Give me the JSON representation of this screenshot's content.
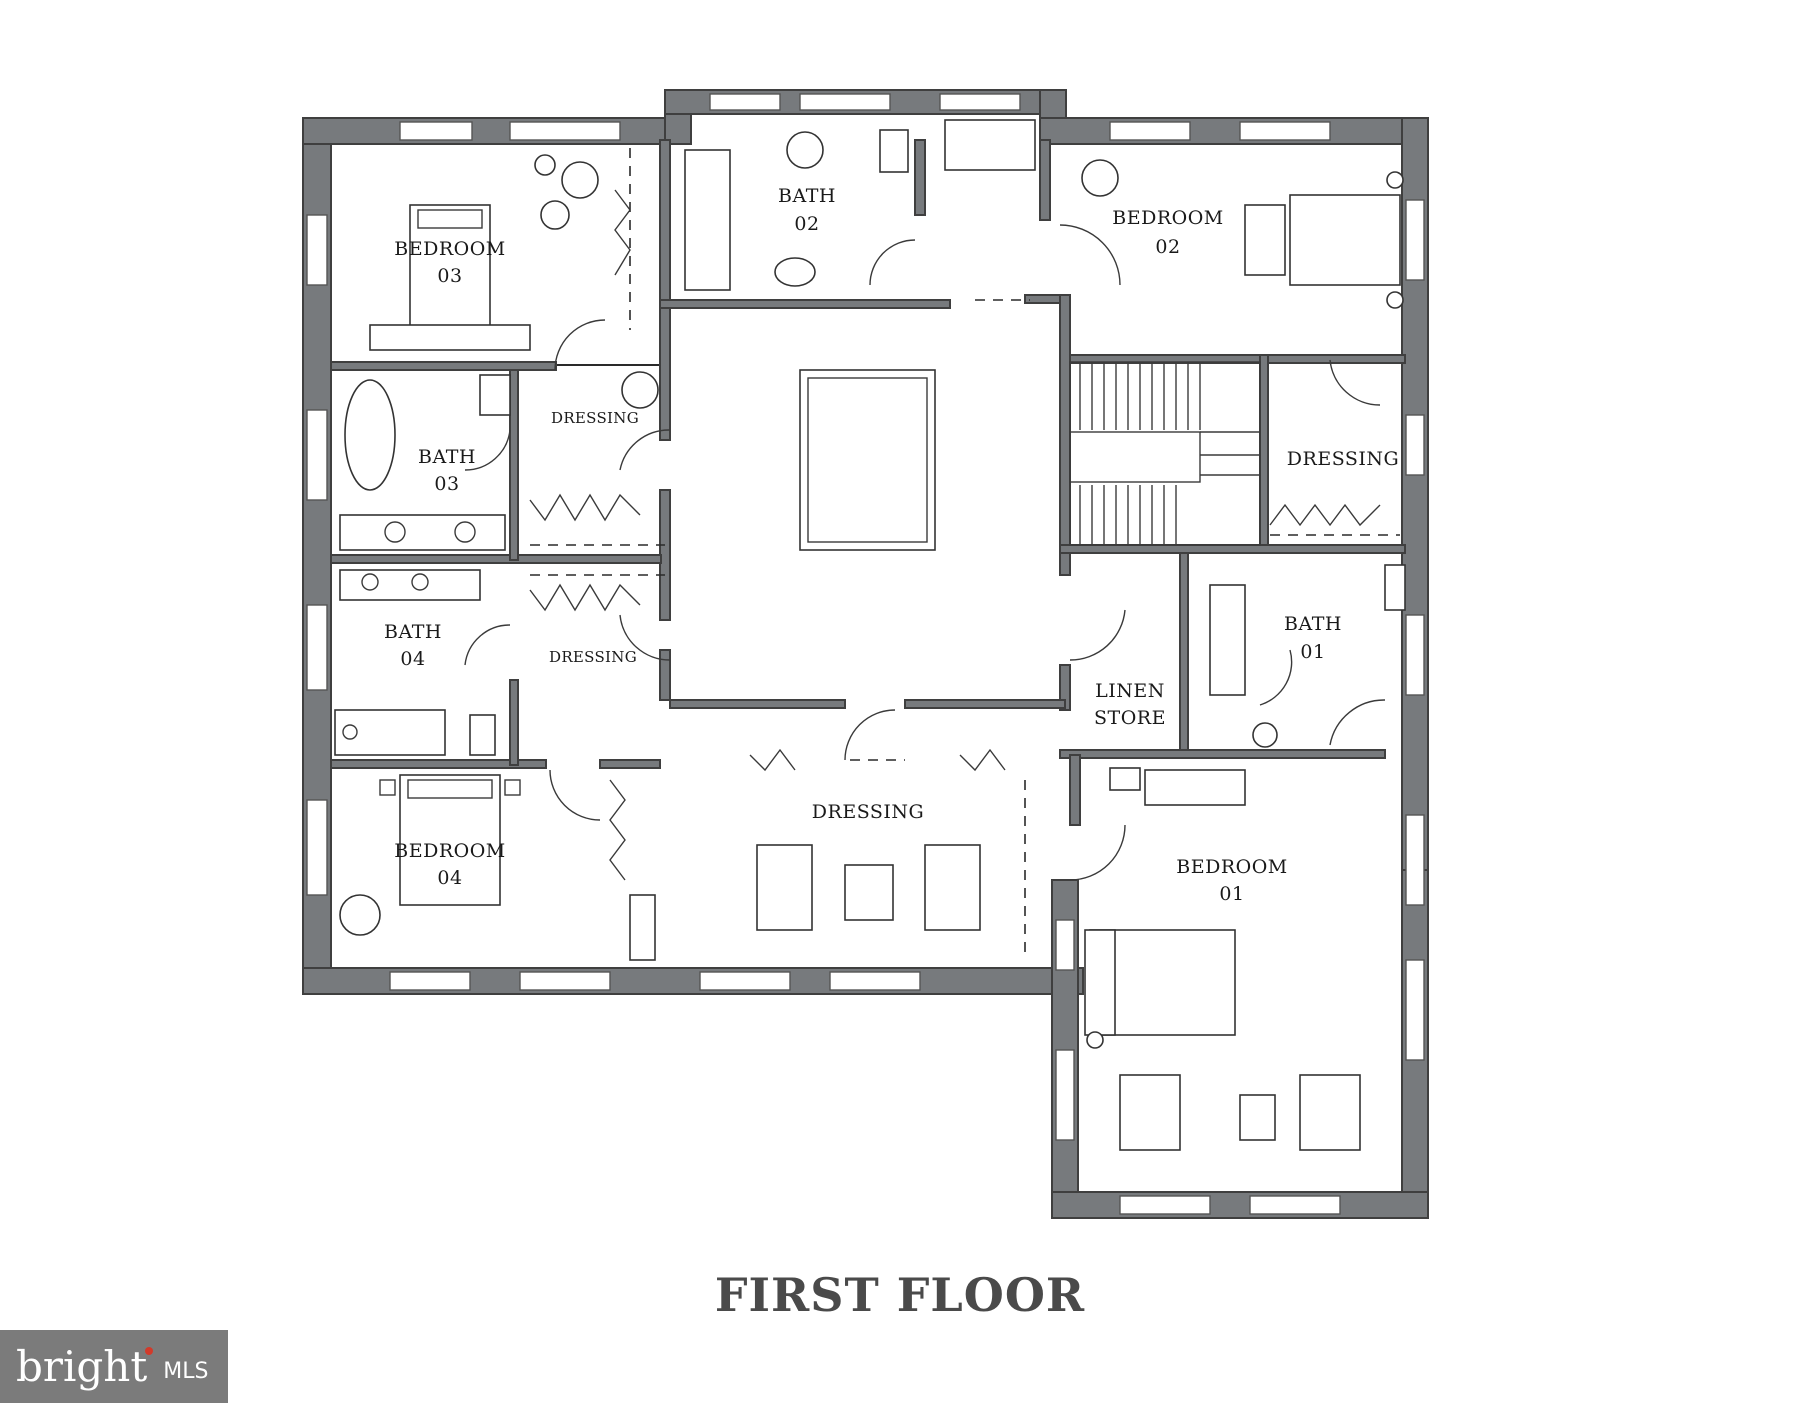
{
  "title": "FIRST FLOOR",
  "rooms": {
    "bedroom03": [
      "BEDROOM",
      "03"
    ],
    "bath02": [
      "BATH",
      "02"
    ],
    "bedroom02": [
      "BEDROOM",
      "02"
    ],
    "bath03": [
      "BATH",
      "03"
    ],
    "dressing_b3": "DRESSING",
    "dressing_b2": "DRESSING",
    "bath04": [
      "BATH",
      "04"
    ],
    "dressing_b4": "DRESSING",
    "bath01": [
      "BATH",
      "01"
    ],
    "linen": [
      "LINEN",
      "STORE"
    ],
    "dressing_main": "DRESSING",
    "bedroom04": [
      "BEDROOM",
      "04"
    ],
    "bedroom01": [
      "BEDROOM",
      "01"
    ]
  },
  "badge": {
    "name": "bright",
    "suffix": "MLS",
    "accent": "#d23a2a"
  }
}
